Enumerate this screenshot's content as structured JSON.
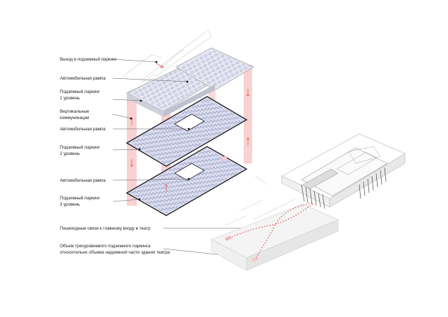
{
  "labels": {
    "exit": "Выезд в подземный паркинг",
    "ramp_top": "Автомобильная рампа",
    "level1_a": "Подземный паркинг",
    "level1_b": "1 уровень",
    "vertical_a": "Вертикальные",
    "vertical_b": "коммуникации",
    "ramp_mid": "Автомобильная рампа",
    "level2_a": "Подземный паркинг",
    "level2_b": "2 уровень",
    "ramp_bottom": "Автомобильная рампа",
    "level3_a": "Подземный паркинг",
    "level3_b": "3 уровень",
    "pedestrian": "Пешеходные связи к главному входу в театр",
    "volume_a": "Объем трехуровневого подземного паркинга",
    "volume_b": "относительно объема надземной части здания театра"
  },
  "colors": {
    "accent": "#e05a5a",
    "core_fill": "#f7c9c9",
    "slab_fill": "#d9dcef",
    "line": "#222222"
  }
}
